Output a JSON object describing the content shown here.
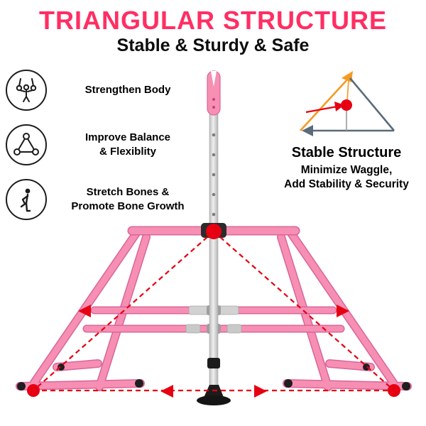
{
  "header": {
    "title": "TRIANGULAR STRUCTURE",
    "subtitle": "Stable & Sturdy & Safe"
  },
  "features": [
    {
      "icon": "gymnast-rings-icon",
      "lines": [
        "Strengthen Body",
        ""
      ]
    },
    {
      "icon": "triangle-joints-icon",
      "lines": [
        "Improve Balance",
        "& Flexiblity"
      ]
    },
    {
      "icon": "leg-stretch-icon",
      "lines": [
        "Stretch Bones &",
        "Promote Bone Growth"
      ]
    }
  ],
  "stability": {
    "title": "Stable Structure",
    "lines": [
      "Minimize Waggle,",
      "Add Stability & Security"
    ]
  },
  "colors": {
    "title_pink": "#FF2E63",
    "product_pink": "#F78FB3",
    "product_pink_dark": "#D8659C",
    "annotation_red": "#E60012",
    "triangle_orange": "#F59A23",
    "triangle_slate": "#5A6B7A",
    "post_silver": "#D6D6D6"
  }
}
